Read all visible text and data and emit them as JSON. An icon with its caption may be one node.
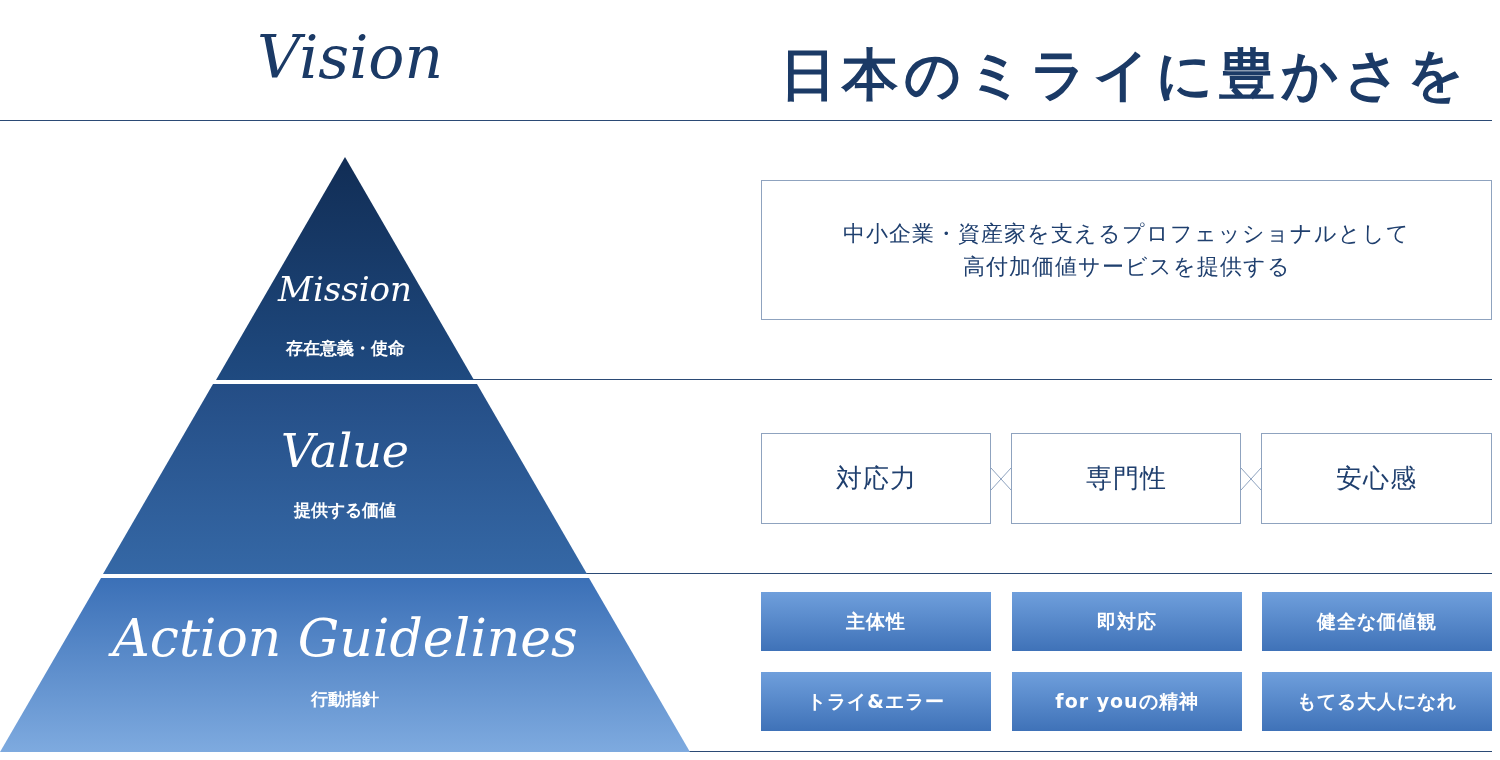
{
  "diagram": {
    "nodes": [
      {
        "text": [
          "Mission",
          "存在意義・使命"
        ]
      },
      {
        "text": [
          "Value",
          "提供する価値"
        ]
      },
      {
        "text": [
          "Action Guidelines",
          "行動指針"
        ]
      },
      {
        "text": [
          "中小企業・資産家を支えるプロフェッショナルとして高付加価値サービスを提供する"
        ]
      },
      {
        "text": [
          "対応力"
        ]
      },
      {
        "text": [
          "専門性"
        ]
      },
      {
        "text": [
          "安心感"
        ]
      },
      {
        "text": [
          "主体性"
        ]
      },
      {
        "text": [
          "即対応"
        ]
      },
      {
        "text": [
          "健全な価値観"
        ]
      },
      {
        "text": [
          "トライ&エラー"
        ]
      },
      {
        "text": [
          "for youの精神"
        ]
      },
      {
        "text": [
          "もてる大人になれ"
        ]
      }
    ],
    "labels": [
      "Vision",
      "日本のミライに豊かさを"
    ]
  }
}
